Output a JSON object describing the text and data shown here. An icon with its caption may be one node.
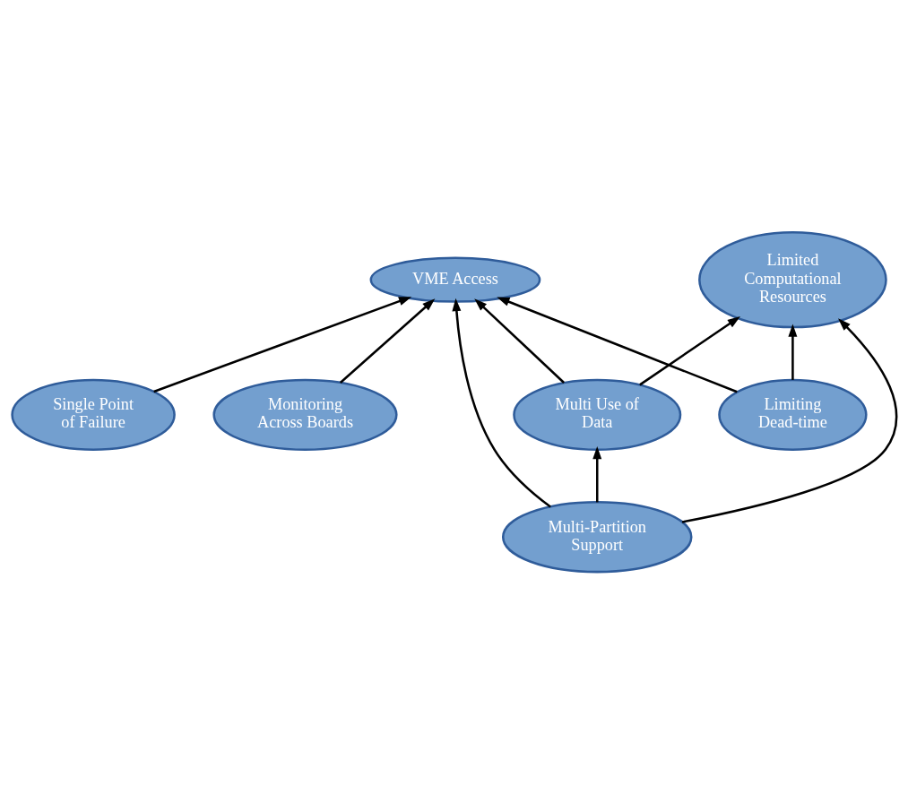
{
  "diagram": {
    "nodes": [
      {
        "text": [
          "Single Point of Failure"
        ]
      },
      {
        "text": [
          "Limited Computational Resources"
        ]
      },
      {
        "text": [
          "VME Access"
        ]
      },
      {
        "text": [
          "Multi Use of Data"
        ]
      },
      {
        "text": [
          "Monitoring Across Boards"
        ]
      },
      {
        "text": [
          "Limiting Dead-time"
        ]
      },
      {
        "text": [
          "Multi-Partition Support"
        ]
      }
    ],
    "edges": [
      {
        "from": 0,
        "to": 2,
        "arrow": "to"
      },
      {
        "from": 6,
        "to": 1,
        "arrow": "to"
      },
      {
        "from": 5,
        "to": 1,
        "arrow": "to"
      },
      {
        "from": 3,
        "to": 1,
        "arrow": "to"
      },
      {
        "from": 3,
        "to": 2,
        "arrow": "to"
      },
      {
        "from": 4,
        "to": 2,
        "arrow": "to"
      },
      {
        "from": 6,
        "to": 2,
        "arrow": "to"
      },
      {
        "from": 5,
        "to": 2,
        "arrow": "to"
      },
      {
        "from": 6,
        "to": 3,
        "arrow": "to"
      }
    ]
  }
}
